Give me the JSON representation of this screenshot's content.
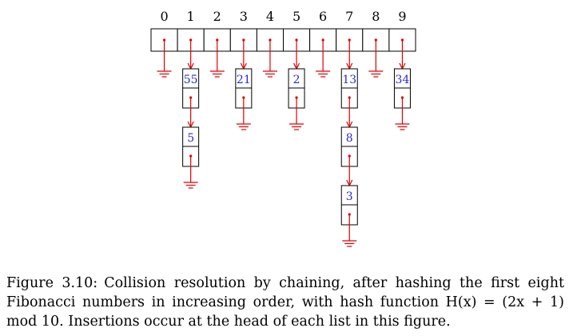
{
  "diagram": {
    "indices": [
      "0",
      "1",
      "2",
      "3",
      "4",
      "5",
      "6",
      "7",
      "8",
      "9"
    ],
    "chains": [
      [],
      [
        "55",
        "5"
      ],
      [],
      [
        "21"
      ],
      [],
      [
        "2"
      ],
      [],
      [
        "13",
        "8",
        "3"
      ],
      [],
      [
        "34"
      ]
    ],
    "colors": {
      "pointer": "#e00000",
      "value": "#2a2ad6",
      "outline": "#000000"
    }
  },
  "caption": {
    "label": "Figure 3.10:",
    "text": "Collision resolution by chaining, after hashing the first eight Fibonacci numbers in increasing order, with hash function H(x) = (2x + 1) mod 10. Insertions occur at the head of each list in this figure."
  }
}
